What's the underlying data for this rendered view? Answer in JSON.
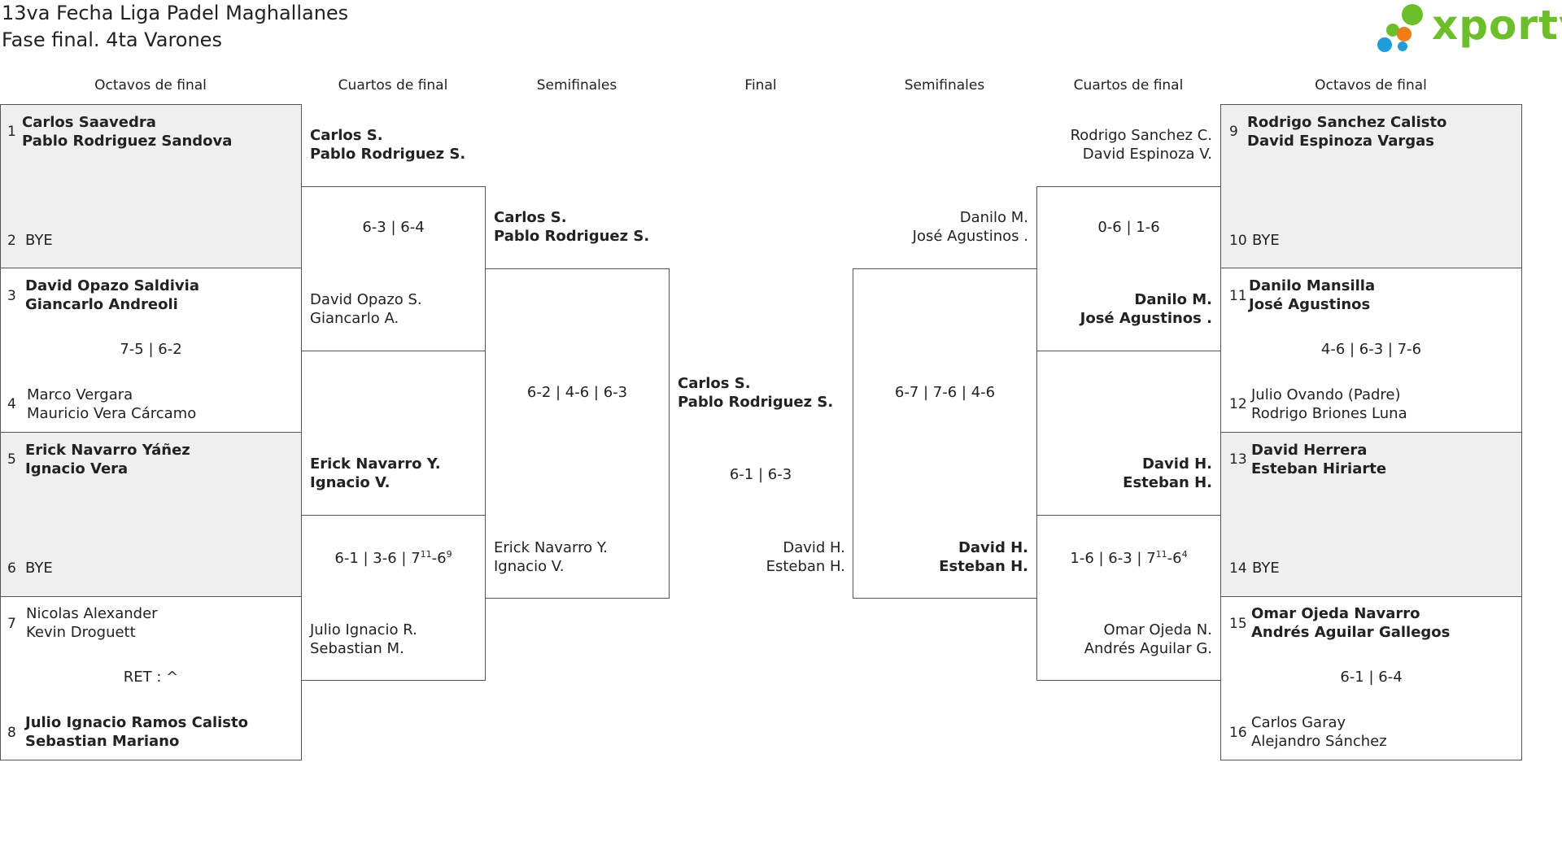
{
  "title": {
    "line1": "13va Fecha Liga Padel Maghallanes",
    "line2": "Fase final. 4ta Varones"
  },
  "logo": {
    "text": "xporty",
    "icon": "xporty-dots-icon",
    "colors": [
      "#6cbf2a",
      "#1e9ed9",
      "#f07d1a"
    ]
  },
  "headers": {
    "left_octavos": "Octavos de final",
    "left_cuartos": "Cuartos de final",
    "left_semis": "Semifinales",
    "final": "Final",
    "right_semis": "Semifinales",
    "right_cuartos": "Cuartos de final",
    "right_octavos": "Octavos de final"
  },
  "left_octavos": [
    {
      "seed_top": "1",
      "top": [
        "Carlos Saavedra",
        "Pablo Rodriguez Sandova"
      ],
      "seed_bottom": "2",
      "bottom": [
        "BYE"
      ],
      "score": ""
    },
    {
      "seed_top": "3",
      "top": [
        "David Opazo Saldivia",
        "Giancarlo Andreoli"
      ],
      "seed_bottom": "4",
      "bottom": [
        "Marco Vergara",
        "Mauricio Vera Cárcamo"
      ],
      "score": "7-5 | 6-2"
    },
    {
      "seed_top": "5",
      "top": [
        "Erick Navarro Yáñez",
        "Ignacio Vera"
      ],
      "seed_bottom": "6",
      "bottom": [
        "BYE"
      ],
      "score": ""
    },
    {
      "seed_top": "7",
      "top": [
        "Nicolas Alexander",
        "Kevin Droguett"
      ],
      "seed_bottom": "8",
      "bottom": [
        "Julio Ignacio Ramos Calisto",
        "Sebastian Mariano"
      ],
      "score": "RET : ^"
    }
  ],
  "right_octavos": [
    {
      "seed_top": "9",
      "top": [
        "Rodrigo Sanchez Calisto",
        "David Espinoza Vargas"
      ],
      "seed_bottom": "10",
      "bottom": [
        "BYE"
      ],
      "score": ""
    },
    {
      "seed_top": "11",
      "top": [
        "Danilo Mansilla",
        "José Agustinos"
      ],
      "seed_bottom": "12",
      "bottom": [
        "Julio Ovando (Padre)",
        "Rodrigo Briones Luna"
      ],
      "score": "4-6 | 6-3 | 7-6"
    },
    {
      "seed_top": "13",
      "top": [
        "David Herrera",
        "Esteban Hiriarte"
      ],
      "seed_bottom": "14",
      "bottom": [
        "BYE"
      ],
      "score": ""
    },
    {
      "seed_top": "15",
      "top": [
        "Omar Ojeda Navarro",
        "Andrés Aguilar Gallegos"
      ],
      "seed_bottom": "16",
      "bottom": [
        "Carlos Garay",
        "Alejandro Sánchez"
      ],
      "score": "6-1 | 6-4"
    }
  ],
  "left_cuartos": [
    {
      "top": [
        "Carlos S.",
        "Pablo Rodriguez S."
      ],
      "bottom": [
        "David Opazo S.",
        "Giancarlo A."
      ],
      "score": "6-3 | 6-4"
    },
    {
      "top": [
        "Erick Navarro Y.",
        "Ignacio V."
      ],
      "bottom": [
        "Julio Ignacio R.",
        "Sebastian M."
      ],
      "score_parts": [
        "6-1 | 3-6 | 7",
        "11",
        "-6",
        "9"
      ]
    }
  ],
  "right_cuartos": [
    {
      "top": [
        "Rodrigo Sanchez C.",
        "David Espinoza V."
      ],
      "bottom": [
        "Danilo M.",
        "José Agustinos ."
      ],
      "score": "0-6 | 1-6"
    },
    {
      "top": [
        "David H.",
        "Esteban H."
      ],
      "bottom": [
        "Omar Ojeda N.",
        "Andrés Aguilar G."
      ],
      "score_parts": [
        "1-6 | 6-3 | 7",
        "11",
        "-6",
        "4"
      ]
    }
  ],
  "left_semis": {
    "top": [
      "Carlos S.",
      "Pablo Rodriguez S."
    ],
    "bottom": [
      "Erick Navarro Y.",
      "Ignacio V."
    ],
    "score": "6-2 | 4-6 | 6-3"
  },
  "right_semis": {
    "top": [
      "Danilo M.",
      "José Agustinos ."
    ],
    "bottom": [
      "David H.",
      "Esteban H."
    ],
    "score": "6-7 | 7-6 | 4-6"
  },
  "final": {
    "top": [
      "Carlos S.",
      "Pablo Rodriguez S."
    ],
    "bottom": [
      "David H.",
      "Esteban H."
    ],
    "score": "6-1 | 6-3"
  }
}
